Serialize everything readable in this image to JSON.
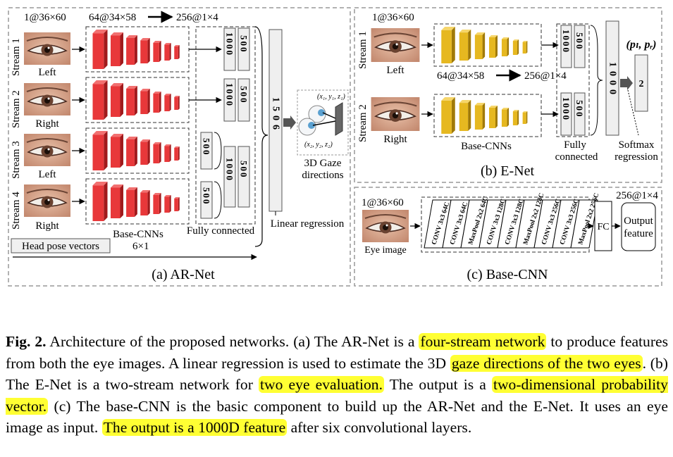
{
  "arnet": {
    "input_label": "1@36×60",
    "feature_dims": "64@34×58",
    "output_dims": "256@1×4",
    "streams": [
      {
        "stream": "Stream 1",
        "eye": "Left"
      },
      {
        "stream": "Stream 2",
        "eye": "Right"
      },
      {
        "stream": "Stream 3",
        "eye": "Left"
      },
      {
        "stream": "Stream 4",
        "eye": "Right"
      }
    ],
    "base_cnns_label": "Base-CNNs",
    "fc_label": "Fully connected",
    "fc_1000": "1000",
    "fc_500": "500",
    "fc_1506": "1506",
    "head_pose_label": "Head pose vectors",
    "head_pose_dims": "6×1",
    "linear_regression_label": "Linear regression",
    "gaze_coord_1": "(x₁, y₁, z₁)",
    "gaze_coord_2": "(x₂, y₂, z₂)",
    "gaze_label_1": "3D Gaze",
    "gaze_label_2": "directions",
    "panel_caption": "(a) AR-Net"
  },
  "enet": {
    "input_label": "1@36×60",
    "feature_dims": "64@34×58",
    "output_dims": "256@1×4",
    "streams": [
      {
        "stream": "Stream 1",
        "eye": "Left"
      },
      {
        "stream": "Stream 2",
        "eye": "Right"
      }
    ],
    "base_cnns_label": "Base-CNNs",
    "fc_label_1": "Fully",
    "fc_label_2": "connected",
    "fc_1000": "1000",
    "fc_500": "500",
    "output_prob": "(pₗ, pᵣ)",
    "output_2": "2",
    "softmax_1": "Softmax",
    "softmax_2": "regression",
    "panel_caption": "(b) E-Net"
  },
  "basecnn": {
    "input_label": "1@36×60",
    "eye_label": "Eye image",
    "layers": [
      "CONV 3x3 64C",
      "CONV 3x3 64C",
      "MaxPool 2x2 64C",
      "CONV 3x3 128C",
      "CONV 3x3 128C",
      "MaxPool 2x2 128C",
      "CONV 3x3 256C",
      "CONV 3x3 256C",
      "MaxPool 2x2 256C"
    ],
    "fc": "FC",
    "output_dims": "256@1×4",
    "output_1": "Output",
    "output_2": "feature",
    "panel_caption": "(c) Base-CNN"
  },
  "caption": {
    "fig": "Fig. 2.",
    "t1": " Architecture of the proposed networks. (a) The AR-Net is a ",
    "h1": "four-stream network",
    "t2": " to produce features from both the eye images. A linear regression is used to estimate the 3D ",
    "h2": "gaze directions of the two eyes",
    "t3": ". (b) The E-Net is a two-stream network for ",
    "h3": "two eye evaluation.",
    "t4": " The output is a ",
    "h4": "two-dimensional probability vector.",
    "t5": " (c) The base-CNN is the basic component to build up the AR-Net and the E-Net. It uses an eye image as input. ",
    "h5": "The output is a 1000D feature",
    "t6": " after six convolutional layers."
  },
  "colors": {
    "red_cnn": "#e8383a",
    "yellow_cnn": "#e6b820",
    "highlight": "#ffff33",
    "skin": "#d9a88e"
  }
}
